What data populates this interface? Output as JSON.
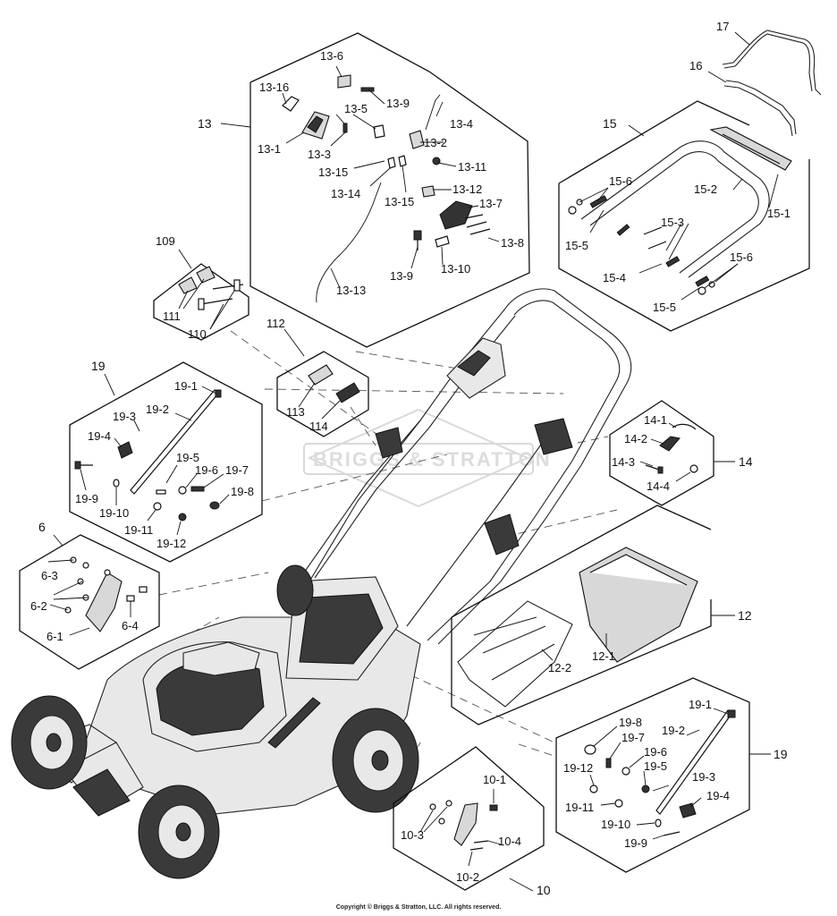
{
  "diagram": {
    "watermark": "BRIGGS & STRATTON",
    "copyright": "Copyright © Briggs & Stratton, LLC. All rights reserved.",
    "labels": {
      "l13": "13",
      "l13_1": "13-1",
      "l13_2": "13-2",
      "l13_3": "13-3",
      "l13_4": "13-4",
      "l13_5": "13-5",
      "l13_6": "13-6",
      "l13_7": "13-7",
      "l13_8": "13-8",
      "l13_9a": "13-9",
      "l13_9b": "13-9",
      "l13_10": "13-10",
      "l13_11": "13-11",
      "l13_12": "13-12",
      "l13_13": "13-13",
      "l13_14": "13-14",
      "l13_15a": "13-15",
      "l13_15b": "13-15",
      "l13_16": "13-16",
      "l15": "15",
      "l15_1": "15-1",
      "l15_2": "15-2",
      "l15_3": "15-3",
      "l15_4": "15-4",
      "l15_5a": "15-5",
      "l15_5b": "15-5",
      "l15_6a": "15-6",
      "l15_6b": "15-6",
      "l16": "16",
      "l17": "17",
      "l109": "109",
      "l110": "110",
      "l111": "111",
      "l112": "112",
      "l113": "113",
      "l114": "114",
      "l19a": "19",
      "l19_1a": "19-1",
      "l19_2a": "19-2",
      "l19_3a": "19-3",
      "l19_4a": "19-4",
      "l19_5a": "19-5",
      "l19_6a": "19-6",
      "l19_7a": "19-7",
      "l19_8a": "19-8",
      "l19_9a": "19-9",
      "l19_10a": "19-10",
      "l19_11a": "19-11",
      "l19_12a": "19-12",
      "l14": "14",
      "l14_1": "14-1",
      "l14_2": "14-2",
      "l14_3": "14-3",
      "l14_4": "14-4",
      "l6": "6",
      "l6_1": "6-1",
      "l6_2": "6-2",
      "l6_3": "6-3",
      "l6_4": "6-4",
      "l12": "12",
      "l12_1": "12-1",
      "l12_2": "12-2",
      "l19b": "19",
      "l19_1b": "19-1",
      "l19_2b": "19-2",
      "l19_3b": "19-3",
      "l19_4b": "19-4",
      "l19_5b": "19-5",
      "l19_6b": "19-6",
      "l19_7b": "19-7",
      "l19_8b": "19-8",
      "l19_9b": "19-9",
      "l19_10b": "19-10",
      "l19_11b": "19-11",
      "l19_12b": "19-12",
      "l10": "10",
      "l10_1": "10-1",
      "l10_2": "10-2",
      "l10_3": "10-3",
      "l10_4": "10-4"
    }
  }
}
